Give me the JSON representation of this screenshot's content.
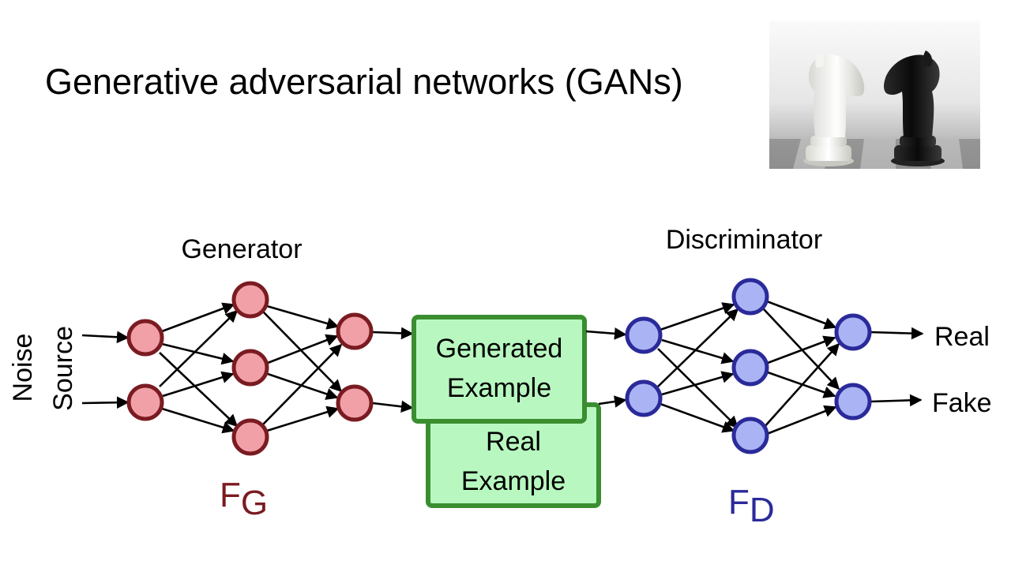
{
  "slide": {
    "title": "Generative adversarial networks (GANs)"
  },
  "image": {
    "icon": "chess-knights-icon",
    "alt": "white and black chess knights facing each other"
  },
  "diagram": {
    "noise_label_line1": "Noise",
    "noise_label_line2": "Source",
    "generator": {
      "label": "Generator",
      "symbol_main": "F",
      "symbol_sub": "G",
      "color": "#7a1b22",
      "node_fill": "#f2a0a8"
    },
    "discriminator": {
      "label": "Discriminator",
      "symbol_main": "F",
      "symbol_sub": "D",
      "color": "#2a2a9a",
      "node_fill": "#aab4f4"
    },
    "generated_box": {
      "line1": "Generated",
      "line2": "Example"
    },
    "real_box": {
      "line1": "Real",
      "line2": "Example"
    },
    "box_fill": "#b8f8c0",
    "box_border": "#3a8e30",
    "outputs": {
      "real": "Real",
      "fake": "Fake"
    }
  }
}
